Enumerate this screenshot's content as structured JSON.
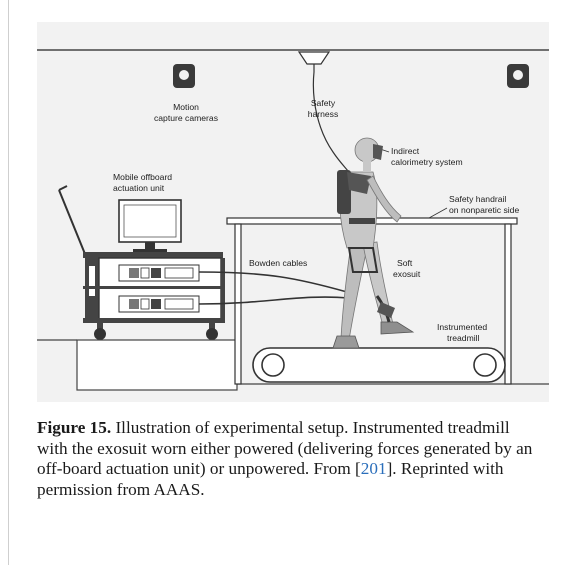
{
  "figure": {
    "labels": {
      "motion_capture": [
        "Motion",
        "capture cameras"
      ],
      "safety_harness": [
        "Safety",
        "harness"
      ],
      "indirect_calorimetry": [
        "Indirect",
        "calorimetry system"
      ],
      "mobile_unit": [
        "Mobile offboard",
        "actuation unit"
      ],
      "safety_handrail": [
        "Safety handrail",
        "on nonparetic side"
      ],
      "bowden_cables": "Bowden cables",
      "soft_exosuit": [
        "Soft",
        "exosuit"
      ],
      "instrumented_treadmill": [
        "Instrumented",
        "treadmill"
      ]
    }
  },
  "caption": {
    "label": "Figure 15.",
    "text_before_ref": " Illustration of experimental setup. Instrumented treadmill with the exosuit worn either powered (delivering forces generated by an off-board actuation unit) or unpowered. From [",
    "ref": "201",
    "text_after_ref": "]. Reprinted with permission from AAAS."
  }
}
